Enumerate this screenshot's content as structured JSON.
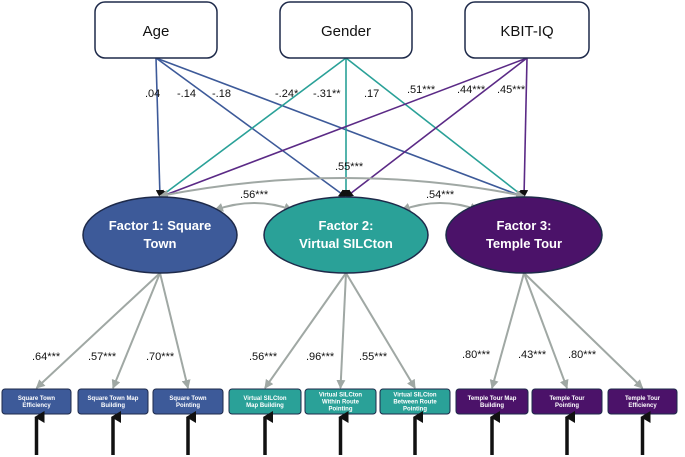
{
  "predictors": [
    {
      "id": "age",
      "label": "Age"
    },
    {
      "id": "gender",
      "label": "Gender"
    },
    {
      "id": "kbit",
      "label": "KBIT-IQ"
    }
  ],
  "factors": [
    {
      "id": "f1",
      "lines": [
        "Factor 1: Square",
        "Town"
      ],
      "color": "#3d5a99"
    },
    {
      "id": "f2",
      "lines": [
        "Factor 2:",
        "Virtual SILCton"
      ],
      "color": "#2aa198"
    },
    {
      "id": "f3",
      "lines": [
        "Factor 3:",
        "Temple Tour"
      ],
      "color": "#4b1269"
    }
  ],
  "paths": [
    {
      "from": "age",
      "to": "f1",
      "coef": ".04"
    },
    {
      "from": "age",
      "to": "f2",
      "coef": "-.14"
    },
    {
      "from": "age",
      "to": "f3",
      "coef": "-.18"
    },
    {
      "from": "gender",
      "to": "f1",
      "coef": "-.24*"
    },
    {
      "from": "gender",
      "to": "f2",
      "coef": "-.31**"
    },
    {
      "from": "gender",
      "to": "f3",
      "coef": ".17"
    },
    {
      "from": "kbit",
      "to": "f1",
      "coef": ".51***"
    },
    {
      "from": "kbit",
      "to": "f2",
      "coef": ".44***"
    },
    {
      "from": "kbit",
      "to": "f3",
      "coef": ".45***"
    }
  ],
  "covariances": [
    {
      "a": "f1",
      "b": "f2",
      "coef": ".56***"
    },
    {
      "a": "f2",
      "b": "f3",
      "coef": ".54***"
    },
    {
      "a": "f1",
      "b": "f3",
      "coef": ".55***"
    }
  ],
  "indicators": [
    {
      "factor": "f1",
      "lines": [
        "Square Town",
        "Efficiency"
      ],
      "loading": ".64***"
    },
    {
      "factor": "f1",
      "lines": [
        "Square Town Map",
        "Building"
      ],
      "loading": ".57***"
    },
    {
      "factor": "f1",
      "lines": [
        "Square Town",
        "Pointing"
      ],
      "loading": ".70***"
    },
    {
      "factor": "f2",
      "lines": [
        "Virtual SILCton",
        "Map Building"
      ],
      "loading": ".56***"
    },
    {
      "factor": "f2",
      "lines": [
        "Virtual SILCton",
        "Within Route",
        "Pointing"
      ],
      "loading": ".96***"
    },
    {
      "factor": "f2",
      "lines": [
        "Virtual SILCton",
        "Between Route",
        "Pointing"
      ],
      "loading": ".55***"
    },
    {
      "factor": "f3",
      "lines": [
        "Temple Tour Map",
        "Building"
      ],
      "loading": ".80***"
    },
    {
      "factor": "f3",
      "lines": [
        "Temple Tour",
        "Pointing"
      ],
      "loading": ".43***"
    },
    {
      "factor": "f3",
      "lines": [
        "Temple Tour",
        "Efficiency"
      ],
      "loading": ".80***"
    }
  ],
  "colors": {
    "age_paths": "#3d5a99",
    "gender_paths": "#2aa198",
    "kbit_paths": "#5b2a86",
    "loading_lines": "#a0a8a4",
    "covariance_lines": "#a0a8a4",
    "residual_arrows": "#111111"
  }
}
